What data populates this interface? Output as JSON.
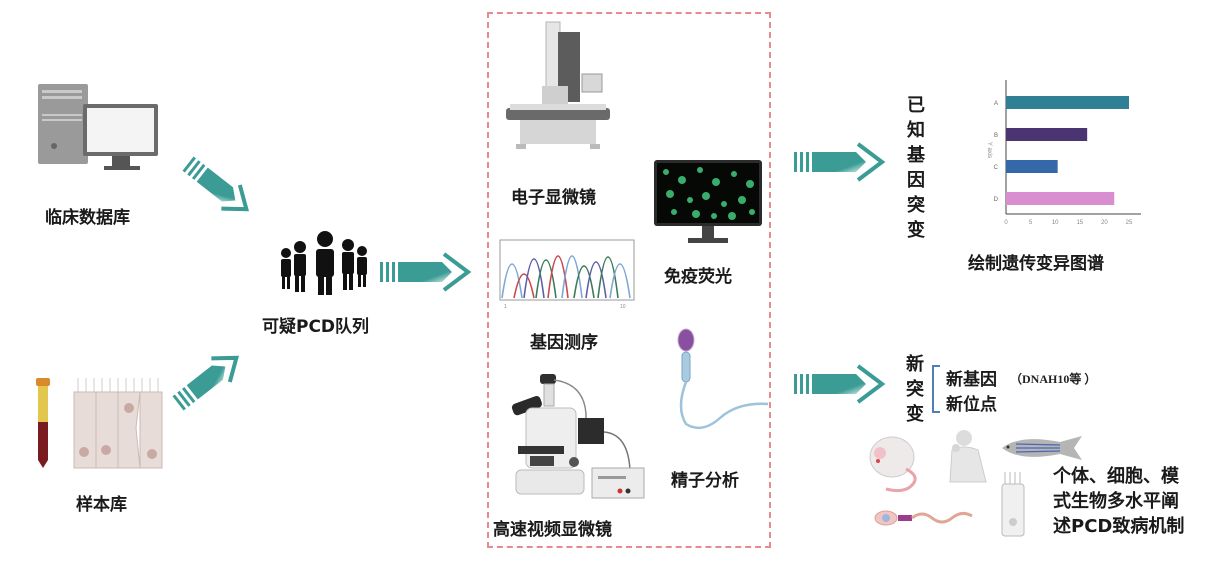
{
  "diagram": {
    "colors": {
      "arrow_teal": "#3a9c95",
      "dashed_box": "#e88a90",
      "bracket": "#4f7fb3"
    },
    "sources": [
      {
        "id": "clinical",
        "label": "临床数据库",
        "icon": "computer-icon"
      },
      {
        "id": "samples",
        "label": "样本库",
        "icon": "sample-tube-and-cells-icon"
      }
    ],
    "cohort": {
      "label": "可疑PCD队列",
      "icon": "people-group-icon"
    },
    "methods": [
      {
        "label": "电子显微镜",
        "icon": "electron-microscope-icon"
      },
      {
        "label": "免疫荧光",
        "icon": "fluorescence-monitor-icon"
      },
      {
        "label": "基因测序",
        "icon": "sequencing-chromatogram-icon"
      },
      {
        "label": "精子分析",
        "icon": "sperm-icon"
      },
      {
        "label": "高速视频显微镜",
        "icon": "light-microscope-icon"
      }
    ],
    "known": {
      "vertical_label": "已知基因突变",
      "chart_caption": "绘制遗传变异图谱"
    },
    "novel": {
      "vertical_label": "新突变",
      "items": [
        "新基因",
        "新位点"
      ],
      "note": "（DNAH10等 ）",
      "mechanism_text": [
        "个体、细胞、模",
        "式生物多水平阐",
        "述PCD致病机制"
      ],
      "icons": [
        "mouse-icon",
        "human-icon",
        "zebrafish-icon",
        "sperm-cell-icon",
        "ciliated-cell-icon"
      ]
    }
  },
  "chart_data": {
    "type": "bar",
    "orientation": "horizontal",
    "categories": [
      "A",
      "B",
      "C",
      "D"
    ],
    "values": [
      25,
      16.5,
      10.5,
      22
    ],
    "colors": [
      "#2f7f95",
      "#4b3472",
      "#3568a8",
      "#d98fcf"
    ],
    "title": "",
    "xlabel": "",
    "ylabel": "Y axis",
    "xlim": [
      0,
      25
    ],
    "xticks": [
      0,
      5,
      10,
      15,
      20,
      25
    ],
    "grid": false
  }
}
